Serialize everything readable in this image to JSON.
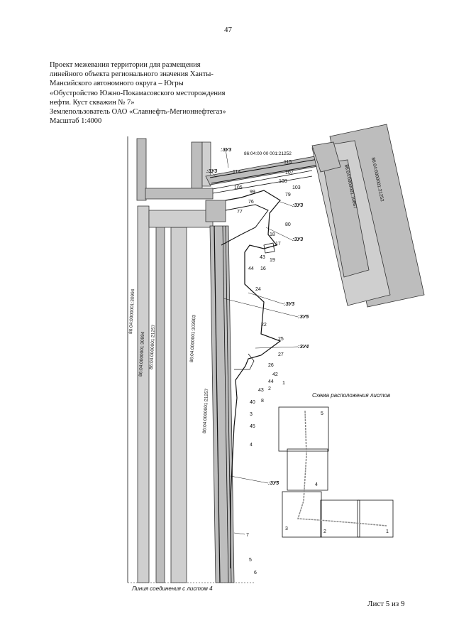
{
  "page_number": "47",
  "title_lines": [
    "Проект межевания территории для размещения",
    "линейного объекта регионального значения Ханты-",
    "Мансийского автономного округа – Югры",
    "«Обустройство Южно-Покамасовского месторождения",
    "нефти. Куст скважин № 7»",
    "Землепользователь  ОАО «Славнефть-Мегионнефтегаз»",
    "Масштаб 1:4000"
  ],
  "cadastral_labels": [
    "86:04:00 00 001:21252",
    "86:04:0000001:21252",
    "86:04:0000001:10867",
    "86:04:0000001:30994",
    "86:04:0000001:30994",
    "86:04:0000001:21257",
    "86:04:0000001:103903",
    "86:04:0000001:21257"
  ],
  "parcel_labels": [
    ":ЗУ3",
    ":ЗУ3",
    ":ЗУ3",
    ":ЗУ3",
    ":ЗУ3",
    ":ЗУ5",
    ":ЗУ4",
    ":ЗУ5"
  ],
  "point_labels": [
    "115",
    "114",
    "107",
    "108",
    "105",
    "103",
    "99",
    "79",
    "76",
    "77",
    "80",
    "18",
    "17",
    "19",
    "16",
    "44",
    "43",
    "24",
    "22",
    "25",
    "27",
    "26",
    "42",
    "1",
    "44",
    "2",
    "43",
    "8",
    "40",
    "3",
    "45",
    "4",
    "7",
    "5",
    "6"
  ],
  "sheet_scheme": {
    "title": "Схема расположения листов",
    "sheets": [
      "5",
      "4",
      "3",
      "2",
      "1"
    ]
  },
  "connection_caption": "Линия соединения с листом 4",
  "sheet_footer": "Лист 5 из 9"
}
